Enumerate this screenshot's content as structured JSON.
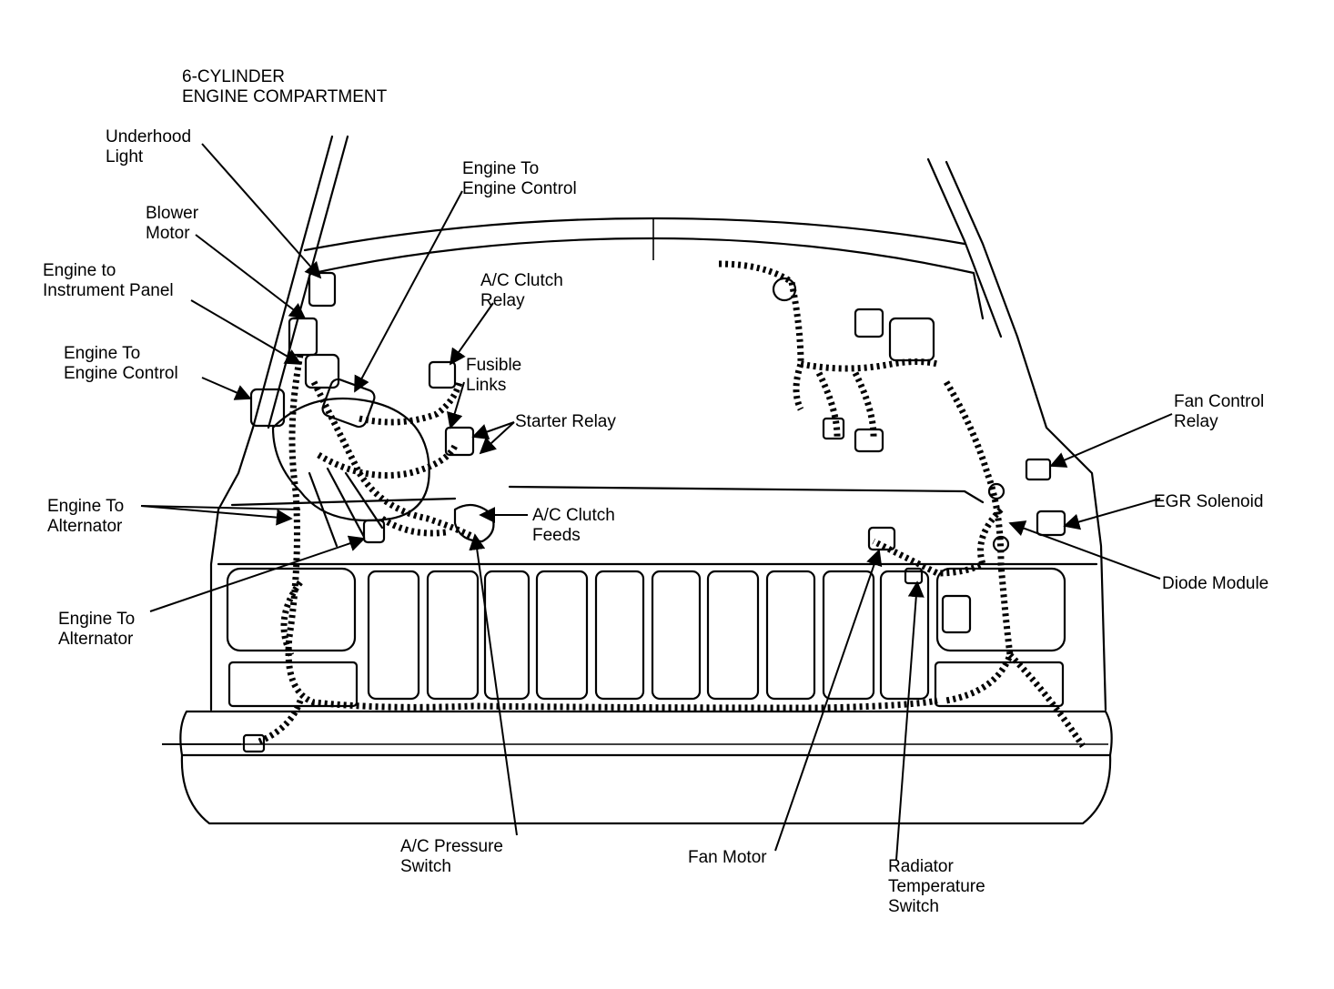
{
  "title": "6-CYLINDER\nENGINE COMPARTMENT",
  "labels": {
    "underhood_light": "Underhood\nLight",
    "blower_motor": "Blower\nMotor",
    "engine_to_instrument_panel": "Engine to\nInstrument Panel",
    "engine_to_engine_control_left": "Engine To\nEngine Control",
    "engine_to_engine_control_top": "Engine To\nEngine Control",
    "ac_clutch_relay": "A/C Clutch\nRelay",
    "fusible_links": "Fusible\nLinks",
    "starter_relay": "Starter Relay",
    "engine_to_alternator_upper": "Engine To\nAlternator",
    "ac_clutch_feeds": "A/C Clutch\nFeeds",
    "engine_to_alternator_lower": "Engine To\nAlternator",
    "ac_pressure_switch": "A/C Pressure\nSwitch",
    "fan_motor": "Fan Motor",
    "radiator_temperature_switch": "Radiator\nTemperature\nSwitch",
    "fan_control_relay": "Fan Control\nRelay",
    "egr_solenoid": "EGR Solenoid",
    "diode_module": "Diode Module"
  }
}
